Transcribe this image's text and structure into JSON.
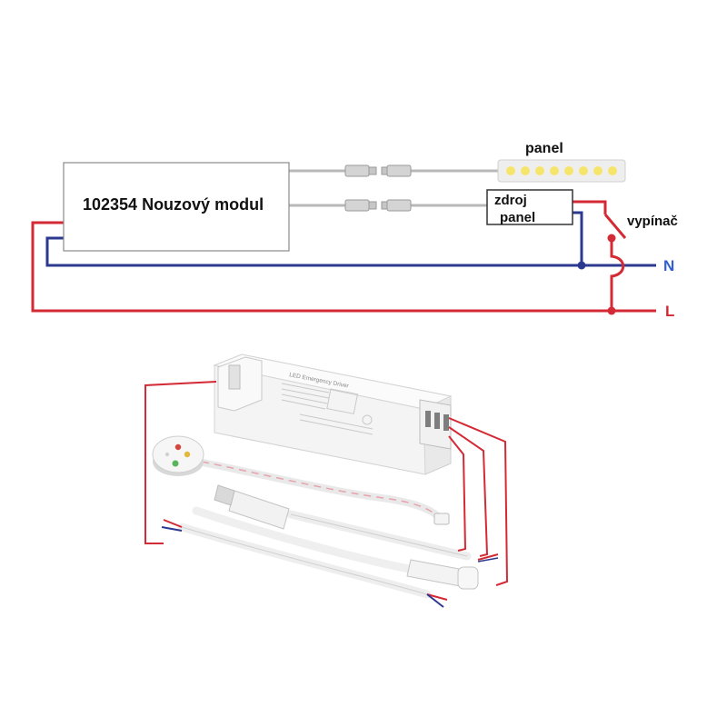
{
  "diagram": {
    "module_label": "102354 Nouzový modul",
    "panel_label": "panel",
    "supply_label_line1": "zdroj",
    "supply_label_line2": "panel",
    "switch_label": "vypínač",
    "neutral_label": "N",
    "live_label": "L",
    "colors": {
      "neutral": "#2b3a8f",
      "live": "#d42a35",
      "cable": "#b8b8b8",
      "label_blue": "#2f5fd0",
      "label_red": "#d42a35",
      "led": "#f7e46a"
    }
  },
  "product_photo": {
    "driver_title": "LED Emergency Driver"
  }
}
